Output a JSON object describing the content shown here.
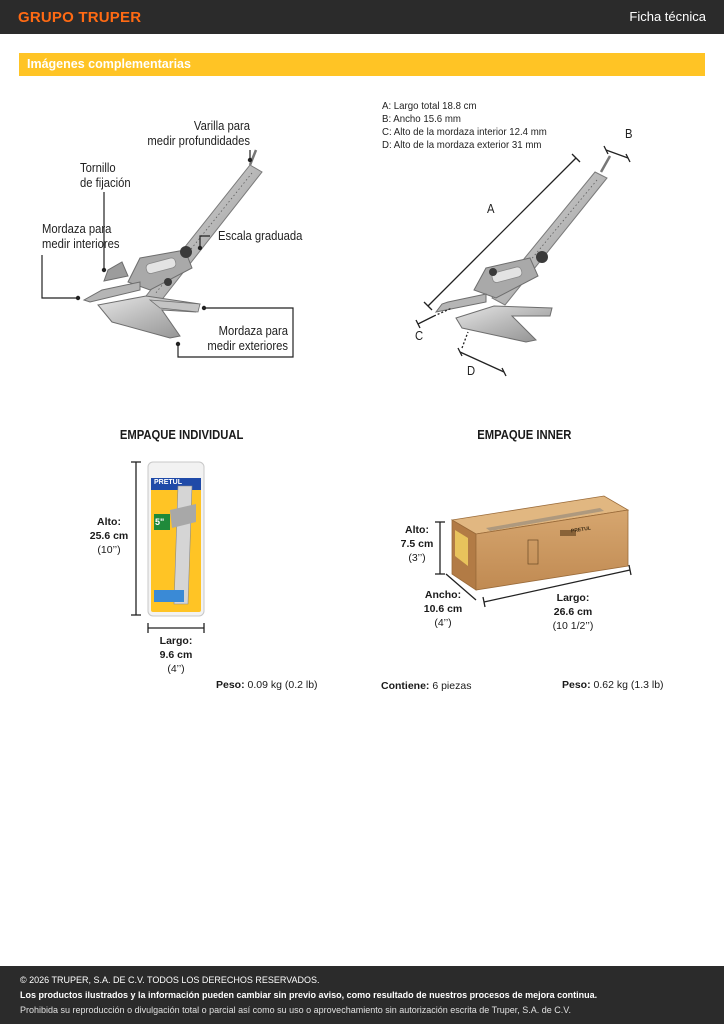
{
  "header": {
    "brand": "GRUPO TRUPER",
    "title": "Ficha técnica"
  },
  "section": {
    "title": "Imágenes complementarias"
  },
  "parts": {
    "varilla": "Varilla para\nmedir profundidades",
    "tornillo": "Tornillo\nde fijación",
    "mordaza_int": "Mordaza para\nmedir interiores",
    "escala": "Escala graduada",
    "mordaza_ext": "Mordaza para\nmedir exteriores"
  },
  "dimensions": {
    "lines": [
      "A: Largo total 18.8 cm",
      "B: Ancho 15.6 mm",
      "C: Alto de la mordaza interior 12.4 mm",
      "D: Alto de la mordaza exterior 31 mm"
    ],
    "letters": {
      "a": "A",
      "b": "B",
      "c": "C",
      "d": "D"
    }
  },
  "product": {
    "brand": "PRETUL",
    "size": "5\""
  },
  "individual": {
    "heading": "EMPAQUE INDIVIDUAL",
    "alto_label": "Alto:",
    "alto_cm": "25.6 cm",
    "alto_in": "(10’’)",
    "largo_label": "Largo:",
    "largo_cm": "9.6 cm",
    "largo_in": "(4’’)",
    "peso_label": "Peso:",
    "peso_value": " 0.09 kg (0.2 lb)"
  },
  "inner": {
    "heading": "EMPAQUE INNER",
    "box_brand": "PRETUL",
    "alto_label": "Alto:",
    "alto_cm": "7.5 cm",
    "alto_in": "(3’’)",
    "ancho_label": "Ancho:",
    "ancho_cm": "10.6 cm",
    "ancho_in": "(4’’)",
    "largo_label": "Largo:",
    "largo_cm": "26.6 cm",
    "largo_in": "(10 1/2’’)",
    "contiene_label": "Contiene:",
    "contiene_value": " 6 piezas",
    "peso_label": "Peso:",
    "peso_value": " 0.62 kg (1.3 lb)"
  },
  "footer": {
    "copyright": "© 2026 TRUPER, S.A. DE C.V. TODOS LOS DERECHOS RESERVADOS.",
    "notice": "Los productos ilustrados y la información pueden cambiar sin previo aviso, como resultado de nuestros procesos de mejora continua.",
    "prohibition": "Prohibida su reproducción o divulgación total o parcial así como su uso o aprovechamiento sin autorización escrita de Truper, S.A. de C.V."
  },
  "colors": {
    "accent": "#ffc425",
    "brand": "#ff6a13",
    "dark": "#2b2b2b"
  }
}
